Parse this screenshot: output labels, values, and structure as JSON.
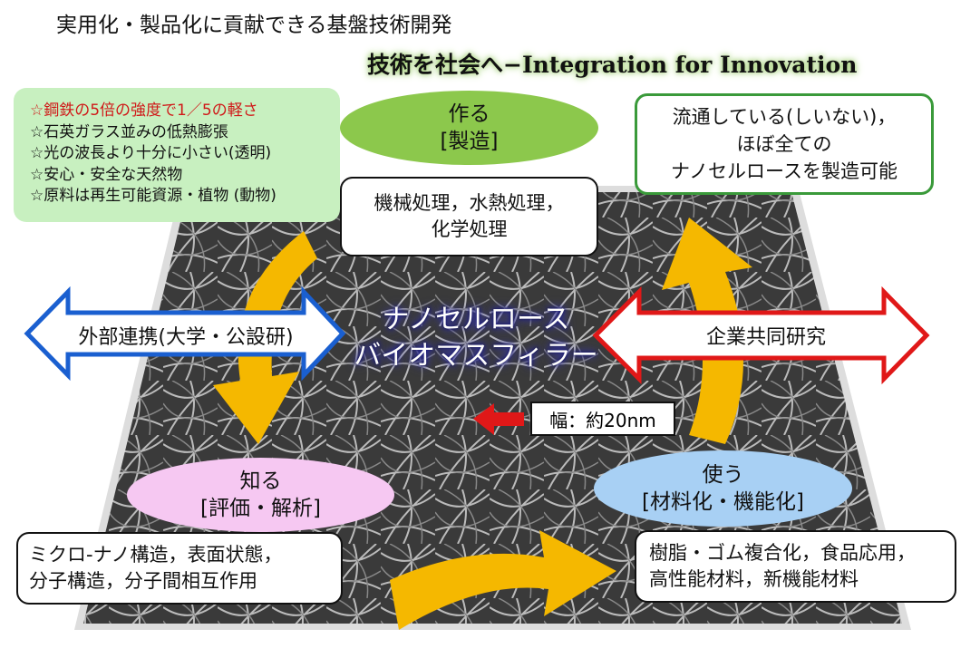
{
  "title": "実用化・製品化に貢献できる基盤技術開発",
  "subtitle": "技術を社会へ−Integration for Innovation",
  "features": [
    "☆鋼鉄の5倍の強度で1／5の軽さ",
    "☆石英ガラス並みの低熱膨張",
    "☆光の波長より十分に小さい(透明)",
    "☆安心・安全な天然物",
    "☆原料は再生可能資源・植物 (動物)"
  ],
  "make": {
    "title": "作る",
    "sub": "[製造]",
    "detail": [
      "機械処理，水熱処理，",
      "化学処理"
    ]
  },
  "callout": [
    "流通している(しいない)，",
    "ほぼ全ての",
    "ナノセルロースを製造可能"
  ],
  "know": {
    "title": "知る",
    "sub": "[評価・解析]",
    "detail": [
      "ミクロ-ナノ構造，表面状態，",
      "分子構造，分子間相互作用"
    ]
  },
  "use": {
    "title": "使う",
    "sub": "[材料化・機能化]",
    "detail": [
      "樹脂・ゴム複合化，食品応用，",
      "高性能材料，新機能材料"
    ]
  },
  "external": "外部連携(大学・公設研)",
  "corporate": "企業共同研究",
  "center": [
    "ナノセルロース",
    "バイオマスフィラー"
  ],
  "width_label": "幅：約20nm",
  "colors": {
    "make": "#8cc84c",
    "know": "#f6c8f2",
    "use": "#a8d0f4",
    "features_bg": "#c8f0c0",
    "cycle_arrow": "#f5b800",
    "external_arrow": "#1a5fd0",
    "corporate_arrow": "#e01818"
  }
}
